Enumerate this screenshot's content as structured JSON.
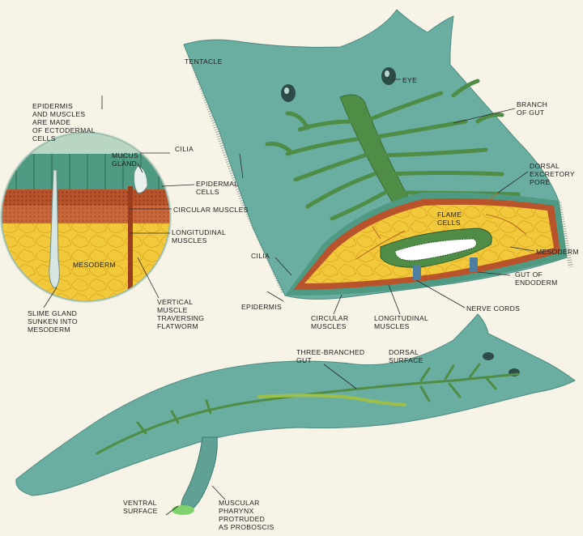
{
  "colors": {
    "background": "#f7f3e6",
    "body_green": "#6aaea2",
    "gut_green": "#4f8d46",
    "mesoderm_yellow": "#f2c93a",
    "muscle_red": "#b8532c",
    "epidermis_green": "#4f9a82",
    "nerve_blue": "#4f7fa0"
  },
  "labels": {
    "tentacle": "TENTACLE",
    "eye": "EYE",
    "branch_of_gut": "BRANCH\nOF GUT",
    "dorsal_excretory_pore": "DORSAL\nEXCRETORY\nPORE",
    "flame_cells": "FLAME\nCELLS",
    "mesoderm_right": "MESODERM",
    "gut_of_endoderm": "GUT OF\nENDODERM",
    "nerve_cords": "NERVE CORDS",
    "longitudinal_muscles_bottom": "LONGITUDINAL\nMUSCLES",
    "circular_muscles_bottom": "CIRCULAR\nMUSCLES",
    "epidermis_bottom": "EPIDERMIS",
    "cilia_left": "CILIA",
    "epidermis_note": "EPIDERMIS\nAND MUSCLES\nARE MADE\nOF ECTODERMAL\nCELLS",
    "mucus_gland": "MUCUS\nGLAND",
    "cilia_top": "CILIA",
    "epidermal_cells": "EPIDERMAL\nCELLS",
    "circular_muscles_mid": "CIRCULAR MUSCLES",
    "longitudinal_muscles_mid": "LONGITUDINAL\nMUSCLES",
    "mesoderm_inset": "MESODERM",
    "slime_gland": "SLIME GLAND\nSUNKEN INTO\nMESODERM",
    "vertical_muscle": "VERTICAL\nMUSCLE\nTRAVERSING\nFLATWORM",
    "three_branched_gut": "THREE-BRANCHED\nGUT",
    "dorsal_surface": "DORSAL\nSURFACE",
    "ventral_surface": "VENTRAL\nSURFACE",
    "muscular_pharynx": "MUSCULAR\nPHARYNX\nPROTRUDED\nAS PROBOSCIS"
  }
}
